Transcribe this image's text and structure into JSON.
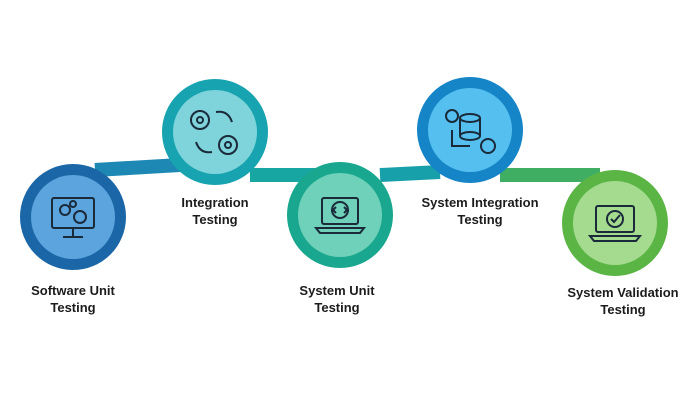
{
  "stages": [
    {
      "name": "software-unit-testing",
      "line1": "Software Unit",
      "line2": "Testing",
      "icon": "monitor-gears-icon",
      "ring": "#1b66a6",
      "inner": "#5ba4dd"
    },
    {
      "name": "integration-testing",
      "line1": "Integration",
      "line2": "Testing",
      "icon": "gears-cycle-icon",
      "ring": "#17a4b0",
      "inner": "#7fd4db"
    },
    {
      "name": "system-unit-testing",
      "line1": "System Unit",
      "line2": "Testing",
      "icon": "laptop-code-gear-icon",
      "ring": "#19a88f",
      "inner": "#6fd1b9"
    },
    {
      "name": "system-integration-testing",
      "line1": "System Integration",
      "line2": "Testing",
      "icon": "database-gears-icon",
      "ring": "#1585c8",
      "inner": "#55c0ef"
    },
    {
      "name": "system-validation-testing",
      "line1": "System Validation",
      "line2": "Testing",
      "icon": "laptop-check-icon",
      "ring": "#5ab545",
      "inner": "#a5db8f"
    }
  ]
}
